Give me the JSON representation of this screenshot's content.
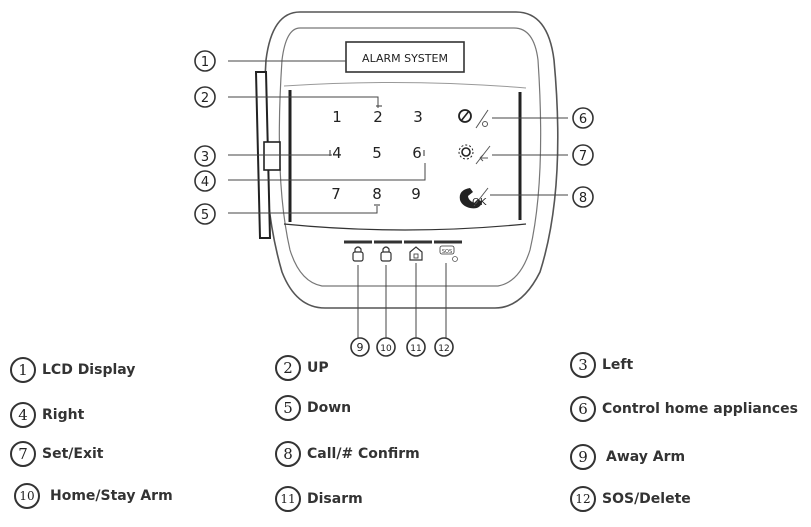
{
  "device": {
    "lcd_text": "ALARM SYSTEM",
    "keys": [
      "1",
      "2",
      "3",
      "4",
      "5",
      "6",
      "7",
      "8",
      "9"
    ],
    "ok_label": "OK",
    "sos_label": "SOS"
  },
  "callouts": [
    "1",
    "2",
    "3",
    "4",
    "5",
    "6",
    "7",
    "8",
    "9",
    "10",
    "11",
    "12"
  ],
  "legend": [
    {
      "num": "1",
      "label": "LCD Display"
    },
    {
      "num": "2",
      "label": "UP"
    },
    {
      "num": "3",
      "label": "Left"
    },
    {
      "num": "4",
      "label": "Right"
    },
    {
      "num": "5",
      "label": "Down"
    },
    {
      "num": "6",
      "label": "Control home appliances"
    },
    {
      "num": "7",
      "label": "Set/Exit"
    },
    {
      "num": "8",
      "label": "Call/# Confirm"
    },
    {
      "num": "9",
      "label": "Away Arm"
    },
    {
      "num": "10",
      "label": "Home/Stay Arm"
    },
    {
      "num": "11",
      "label": "Disarm"
    },
    {
      "num": "12",
      "label": "SOS/Delete"
    }
  ]
}
